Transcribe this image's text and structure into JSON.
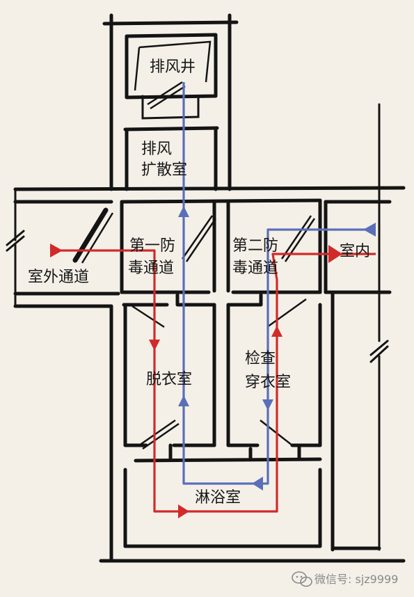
{
  "rooms": {
    "exhaust_shaft": "排风井",
    "exhaust_diffusion_line1": "排风",
    "exhaust_diffusion_line2": "扩散室",
    "outdoor_passage": "室外通道",
    "first_decon_line1": "第一防",
    "first_decon_line2": "毒通道",
    "second_decon_line1": "第二防",
    "second_decon_line2": "毒通道",
    "indoor": "室内",
    "undressing_room": "脱衣室",
    "inspection_line1": "检查",
    "inspection_line2": "穿衣室",
    "shower_room": "淋浴室"
  },
  "watermark": {
    "icon": "wechat-icon",
    "text": "微信号: sjz9999"
  },
  "colors": {
    "entry_path": "#d22a2a",
    "exhaust_path": "#5a6fb8",
    "walls": "#141414",
    "paper": "#f4f0e8"
  }
}
